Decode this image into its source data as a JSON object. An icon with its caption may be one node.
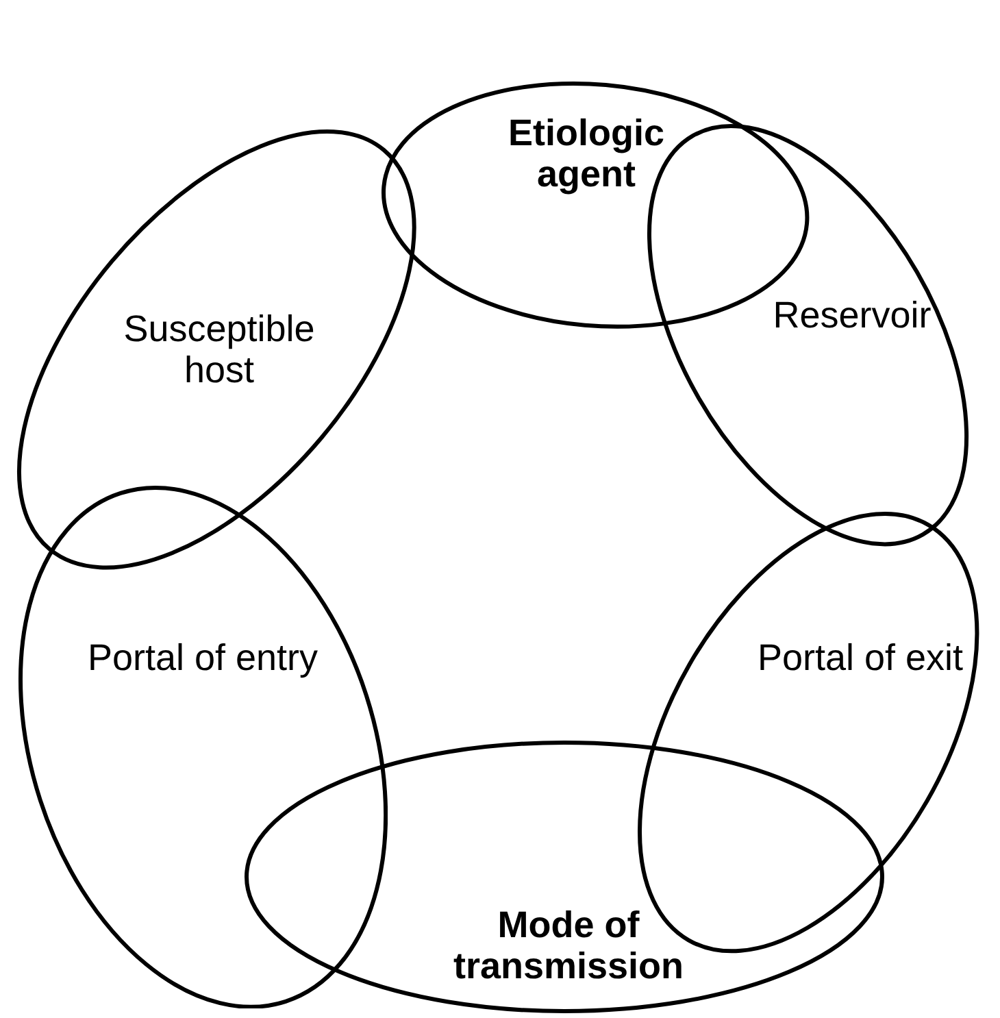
{
  "diagram": {
    "nodes": [
      {
        "text": [
          "Etiologic agent"
        ]
      },
      {
        "text": [
          "Reservoir"
        ]
      },
      {
        "text": [
          "Portal of exit"
        ]
      },
      {
        "text": [
          "Mode of transmission"
        ]
      },
      {
        "text": [
          "Portal of entry"
        ]
      },
      {
        "text": [
          "Susceptible host"
        ]
      }
    ]
  }
}
